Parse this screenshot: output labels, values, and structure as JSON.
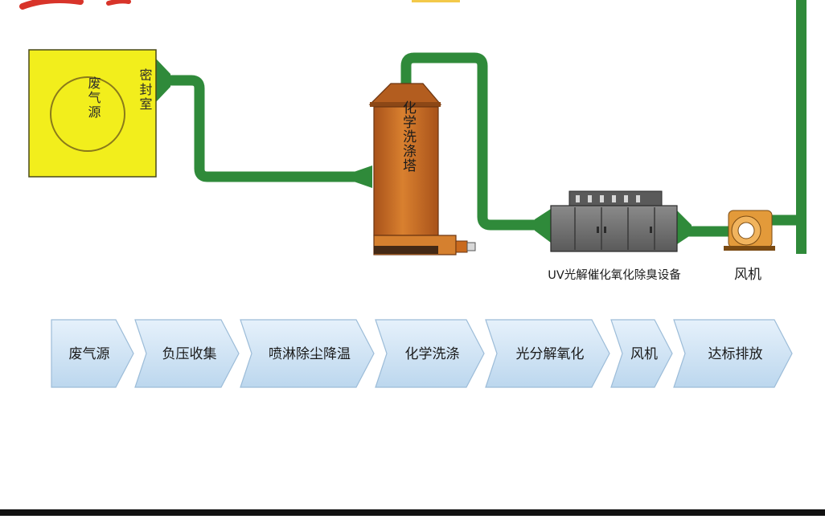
{
  "diagram": {
    "source_label": "废气源",
    "chamber_label": "密封室",
    "tower_label": "化学洗涤塔",
    "uv_label": "UV光解催化氧化除臭设备",
    "fan_label": "风机"
  },
  "flow_steps": [
    {
      "label": "废气源"
    },
    {
      "label": "负压收集"
    },
    {
      "label": "喷淋除尘降温"
    },
    {
      "label": "化学洗涤"
    },
    {
      "label": "光分解氧化"
    },
    {
      "label": "风机"
    },
    {
      "label": "达标排放"
    }
  ],
  "colors": {
    "pipe": "#2f8a3a",
    "source_box": "#f2ee1c",
    "tower": "#c96a1e",
    "uv_unit": "#6d6d6d",
    "fan": "#e39a3a",
    "arrow_fill": "#cfe3f4"
  }
}
